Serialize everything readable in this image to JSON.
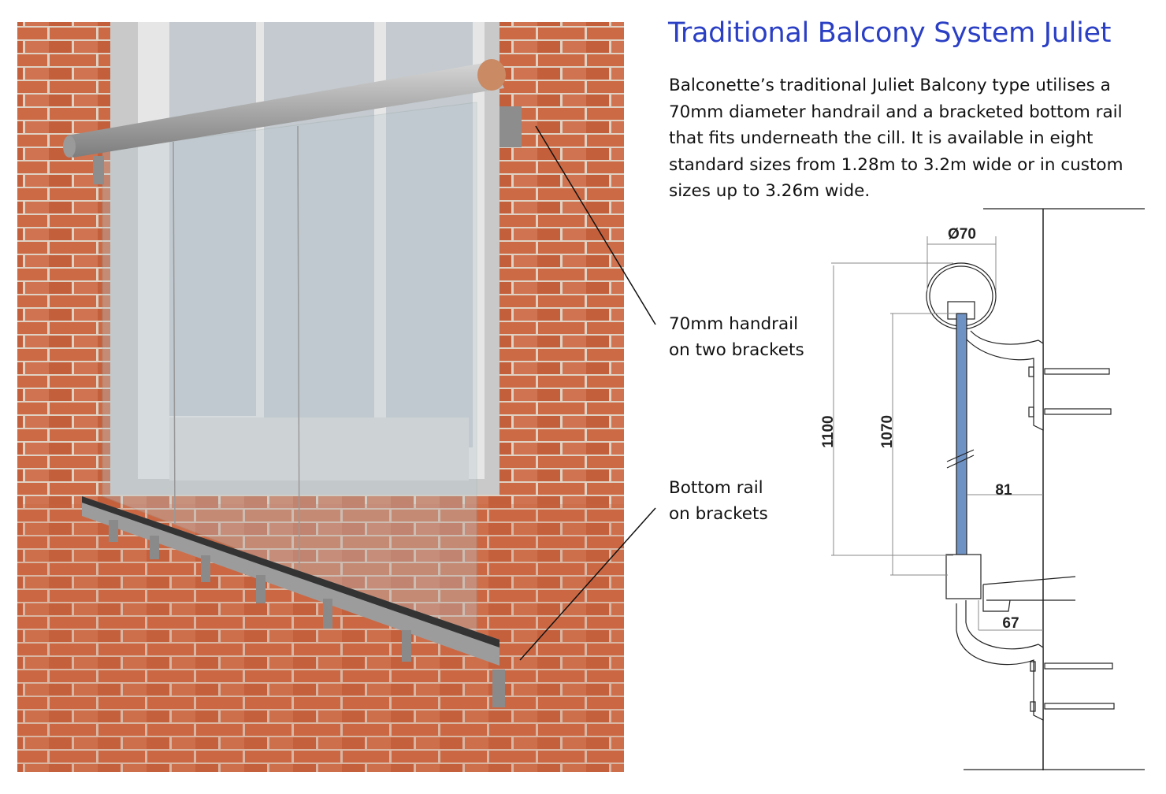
{
  "heading": "Traditional Balcony System Juliet",
  "description": "Balconette’s traditional Juliet Balcony type utilises a 70mm diameter handrail and a bracketed bottom rail that fits underneath the cill. It is available in eight standard sizes from 1.28m to 3.2m wide or in custom sizes up to 3.26m wide.",
  "callouts": {
    "handrail": [
      "70mm handrail",
      "on two brackets"
    ],
    "bottom_rail": [
      "Bottom rail",
      "on brackets"
    ]
  },
  "diagram": {
    "handrail_diameter": "Ø70",
    "total_height": "1100",
    "glass_height": "1070",
    "glass_to_wall": "81",
    "rail_to_wall": "67"
  },
  "colors": {
    "heading": "#2a3fc4",
    "glass": "#6f92c4",
    "brick": "#c8623e"
  }
}
